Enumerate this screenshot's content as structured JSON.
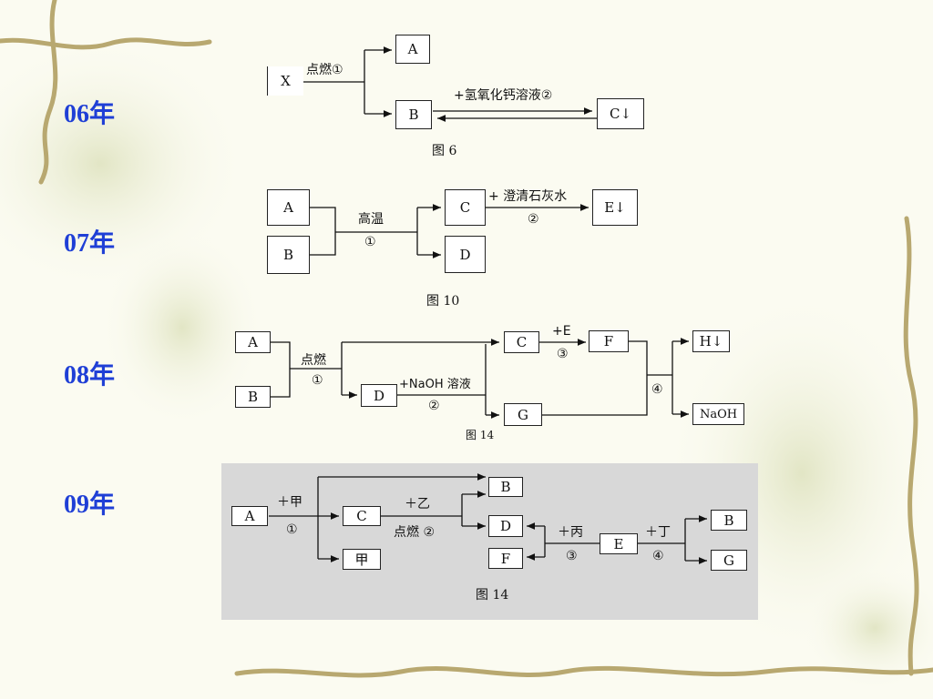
{
  "years": [
    "06年",
    "07年",
    "08年",
    "09年"
  ],
  "fig06": {
    "boxes": {
      "x": "X",
      "a": "A",
      "b": "B",
      "c": "C↓"
    },
    "labels": {
      "step1": "点燃①",
      "step2": "+氢氧化钙溶液②"
    },
    "caption": "图 6"
  },
  "fig07": {
    "boxes": {
      "a": "A",
      "b": "B",
      "c": "C",
      "d": "D",
      "e": "E↓"
    },
    "labels": {
      "cond": "高温",
      "step1": "①",
      "reagent": "+ 澄清石灰水",
      "step2": "②"
    },
    "caption": "图 10"
  },
  "fig08": {
    "boxes": {
      "a": "A",
      "b": "B",
      "c": "C",
      "d": "D",
      "f": "F",
      "g": "G",
      "h": "H↓",
      "naoh": "NaOH"
    },
    "labels": {
      "burn": "点燃",
      "step1": "①",
      "reagent_d": "+NaOH 溶液",
      "step2": "②",
      "reagent_e": "+E",
      "step3": "③",
      "step4": "④"
    },
    "caption": "图 14"
  },
  "fig09": {
    "boxes": {
      "a": "A",
      "b1": "B",
      "c": "C",
      "d": "D",
      "jia": "甲",
      "f": "F",
      "e": "E",
      "b2": "B",
      "g": "G"
    },
    "labels": {
      "plus_jia": "＋甲",
      "step1": "①",
      "plus_yi": "＋乙",
      "burn2": "点燃  ②",
      "plus_bing": "＋丙",
      "step3": "③",
      "plus_ding": "＋丁",
      "step4": "④"
    },
    "caption": "图 14"
  }
}
